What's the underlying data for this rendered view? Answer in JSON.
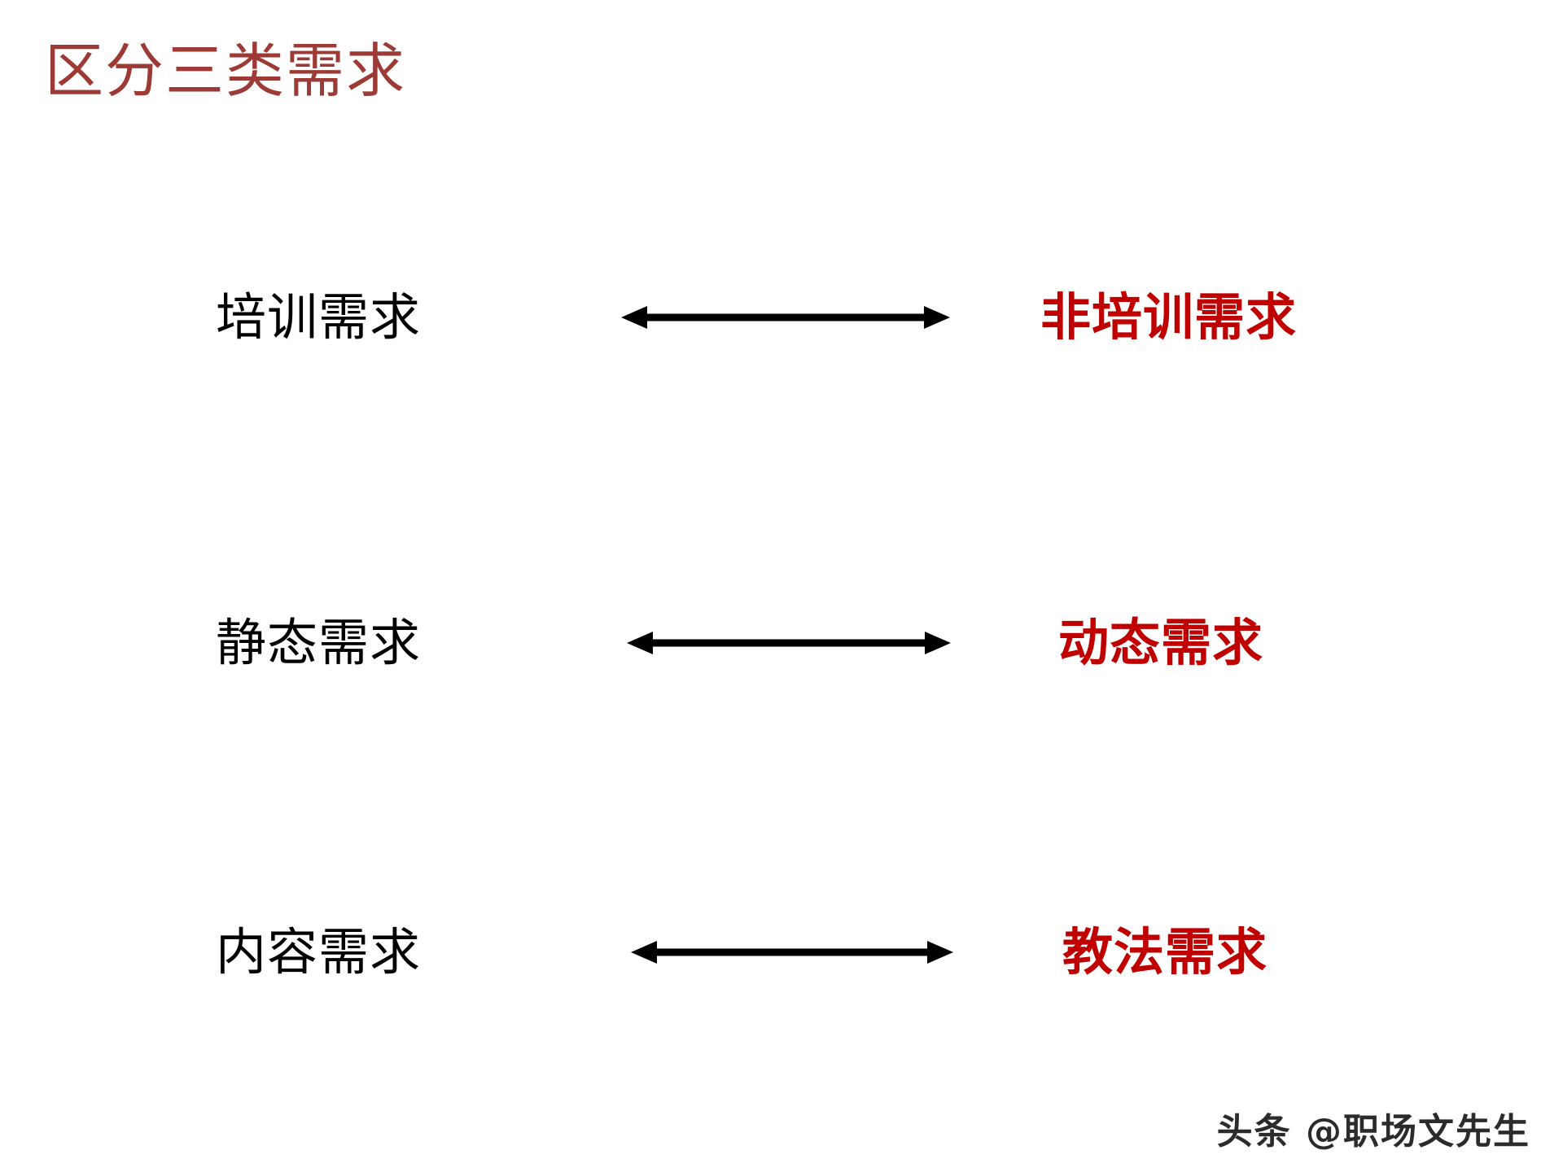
{
  "slide": {
    "title": "区分三类需求",
    "background_color": "#ffffff",
    "title_color": "#9e3a36",
    "left_label_color": "#000000",
    "right_label_color": "#c00000"
  },
  "rows": [
    {
      "left_label": "培训需求",
      "right_label": "非培训需求",
      "connector": "double-headed-arrow"
    },
    {
      "left_label": "静态需求",
      "right_label": "动态需求",
      "connector": "double-headed-arrow"
    },
    {
      "left_label": "内容需求",
      "right_label": "教法需求",
      "connector": "double-headed-arrow"
    }
  ],
  "watermark": {
    "text": "头条 @职场文先生"
  }
}
